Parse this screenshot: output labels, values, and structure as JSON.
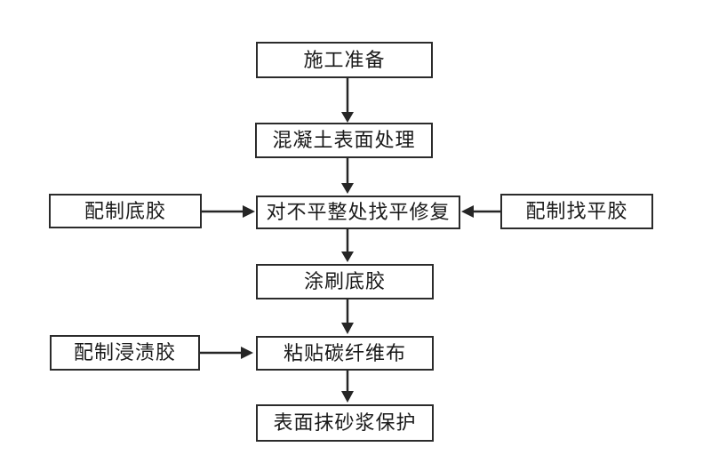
{
  "diagram": {
    "type": "flowchart",
    "background_color": "#ffffff",
    "box_border_color": "#2b2b2b",
    "arrow_color": "#262626",
    "text_color": "#1a1a1a",
    "main_flow": [
      {
        "id": "step-1",
        "label": "施工准备"
      },
      {
        "id": "step-2",
        "label": "混凝土表面处理"
      },
      {
        "id": "step-3",
        "label": "对不平整处找平修复"
      },
      {
        "id": "step-4",
        "label": "涂刷底胶"
      },
      {
        "id": "step-5",
        "label": "粘贴碳纤维布"
      },
      {
        "id": "step-6",
        "label": "表面抹砂浆保护"
      }
    ],
    "side_inputs": [
      {
        "id": "side-1",
        "label": "配制底胶",
        "side": "left",
        "target": "对不平整处找平修复"
      },
      {
        "id": "side-2",
        "label": "配制找平胶",
        "side": "right",
        "target": "对不平整处找平修复"
      },
      {
        "id": "side-3",
        "label": "配制浸渍胶",
        "side": "left",
        "target": "粘贴碳纤维布"
      }
    ],
    "edges": [
      {
        "from": "施工准备",
        "to": "混凝土表面处理"
      },
      {
        "from": "混凝土表面处理",
        "to": "对不平整处找平修复"
      },
      {
        "from": "配制底胶",
        "to": "对不平整处找平修复"
      },
      {
        "from": "配制找平胶",
        "to": "对不平整处找平修复"
      },
      {
        "from": "对不平整处找平修复",
        "to": "涂刷底胶"
      },
      {
        "from": "涂刷底胶",
        "to": "粘贴碳纤维布"
      },
      {
        "from": "配制浸渍胶",
        "to": "粘贴碳纤维布"
      },
      {
        "from": "粘贴碳纤维布",
        "to": "表面抹砂浆保护"
      }
    ]
  }
}
